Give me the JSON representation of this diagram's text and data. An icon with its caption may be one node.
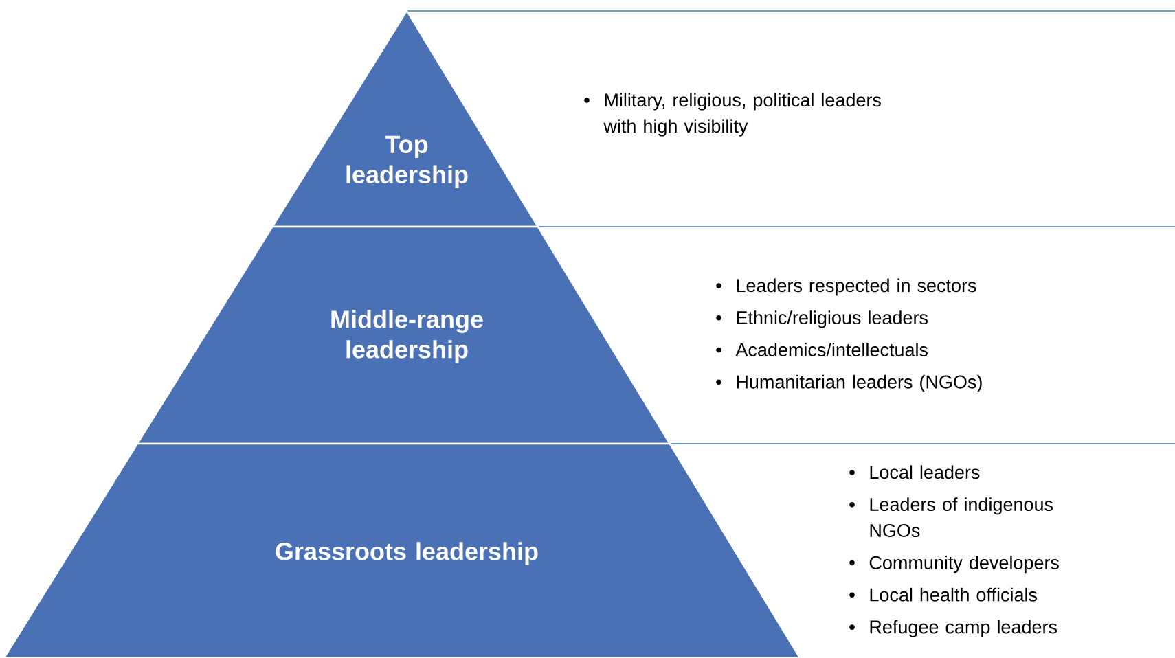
{
  "diagram": {
    "nodes": [
      {
        "text": [
          "Top leadership"
        ],
        "beside": [
          "Military, religious, political leaders with high visibility"
        ]
      },
      {
        "text": [
          "Middle-range leadership"
        ],
        "beside": [
          "Leaders respected in sectors",
          "Ethnic/religious leaders",
          "Academics/intellectuals",
          "Humanitarian leaders (NGOs)"
        ]
      },
      {
        "text": [
          "Grassroots leadership"
        ],
        "beside": [
          "Local leaders",
          "Leaders of indigenous NGOs",
          "Community developers",
          "Local health officials",
          "Refugee camp leaders"
        ]
      }
    ]
  }
}
